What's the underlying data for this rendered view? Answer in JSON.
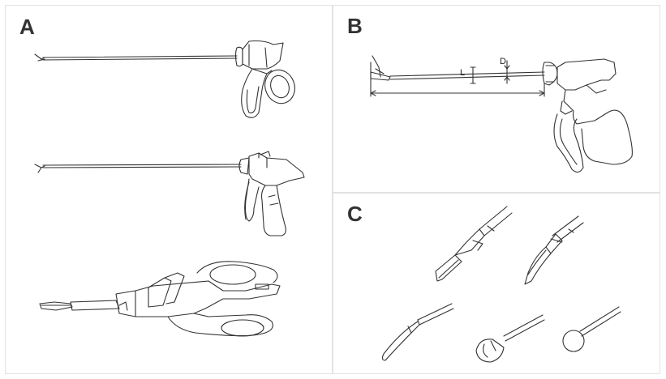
{
  "panels": {
    "a": {
      "label": "A"
    },
    "b": {
      "label": "B",
      "dim_length": "L",
      "dim_diameter": "D"
    },
    "c": {
      "label": "C"
    }
  }
}
